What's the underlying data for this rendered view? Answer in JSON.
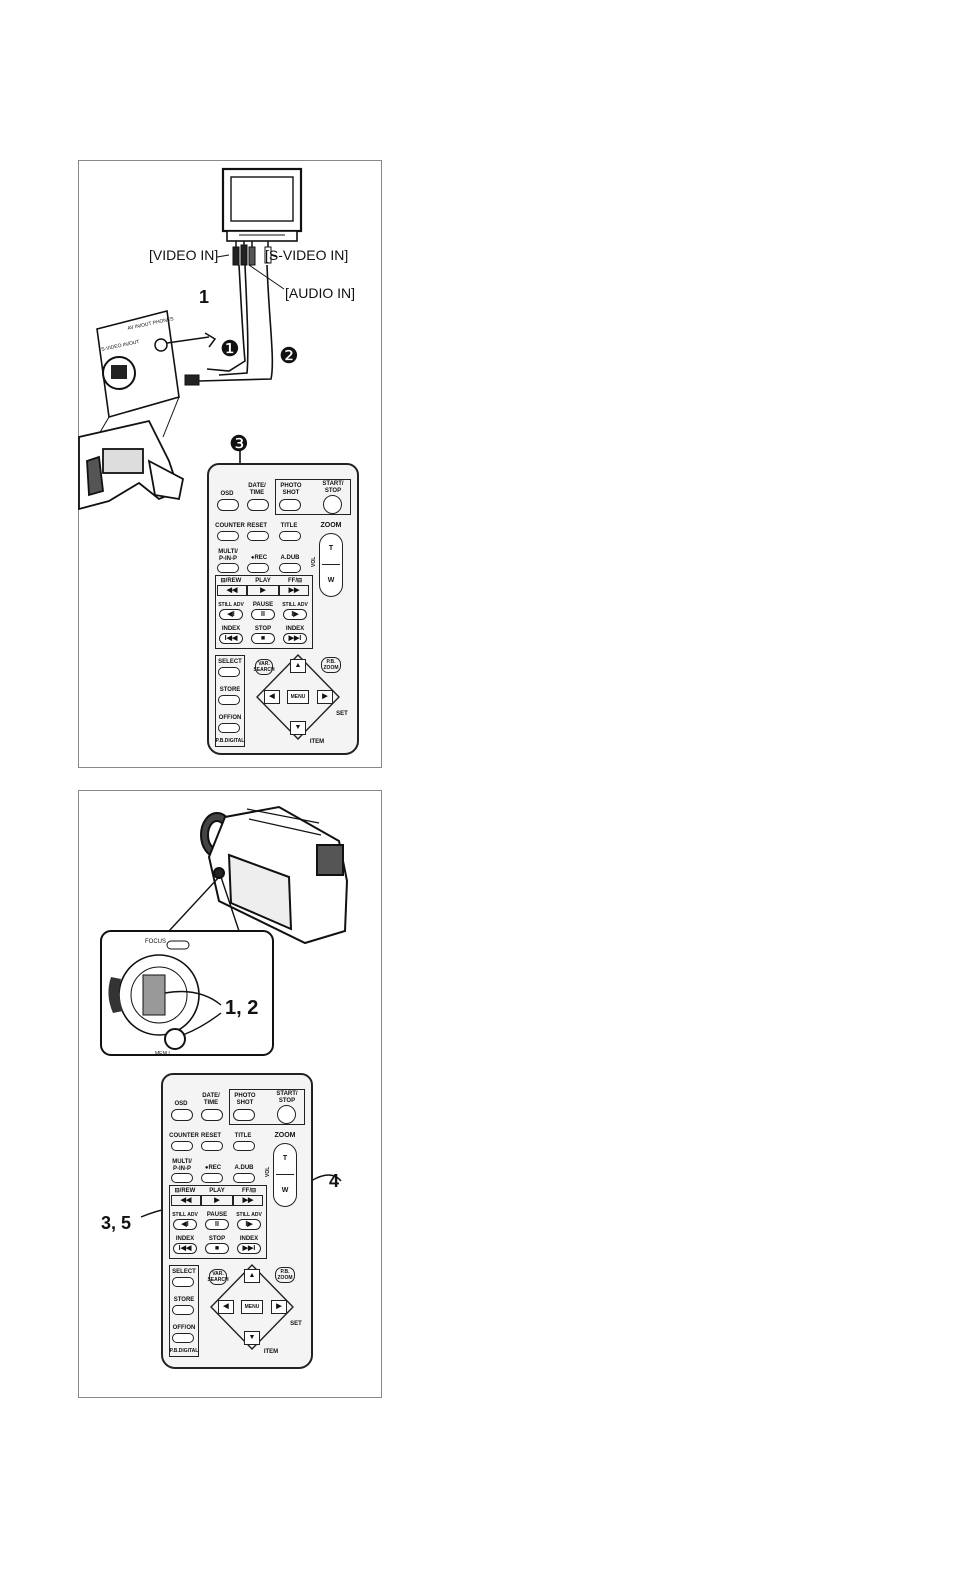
{
  "figure1": {
    "labels": {
      "video_in": "[VIDEO IN]",
      "s_video_in": "[S-VIDEO IN]",
      "audio_in": "[AUDIO IN]",
      "step1": "1",
      "callout1": "❶",
      "callout2": "❷",
      "callout3": "❸",
      "jack_av": "AV IN/OUT PHONES",
      "jack_s": "S-VIDEO IN/OUT"
    }
  },
  "figure2": {
    "labels": {
      "focus": "FOCUS",
      "menu": "MENU",
      "step12": "1, 2",
      "step35": "3, 5",
      "step4": "4"
    }
  },
  "remote": {
    "osd": "OSD",
    "date_time_1": "DATE/",
    "date_time_2": "TIME",
    "photo_shot_1": "PHOTO",
    "photo_shot_2": "SHOT",
    "start_stop_1": "START/",
    "start_stop_2": "STOP",
    "counter": "COUNTER",
    "reset": "RESET",
    "title": "TITLE",
    "zoom": "ZOOM",
    "zoom_t": "T",
    "zoom_w": "W",
    "vol": "VOL",
    "multi_1": "MULTI/",
    "multi_2": "P-IN-P",
    "rec": "●REC",
    "a_dub": "A.DUB",
    "rew": "⊟/REW",
    "play": "PLAY",
    "ff": "FF/⊟",
    "rew_g": "◀◀",
    "play_g": "▶",
    "ff_g": "▶▶",
    "still_adv_l": "STILL ADV",
    "pause": "PAUSE",
    "still_adv_r": "STILL ADV",
    "still_l_g": "◀I",
    "pause_g": "II",
    "still_r_g": "I▶",
    "index_l": "INDEX",
    "stop": "STOP",
    "index_r": "INDEX",
    "index_l_g": "I◀◀",
    "stop_g": "■",
    "index_r_g": "▶▶I",
    "select": "SELECT",
    "store": "STORE",
    "off_on": "OFF/ON",
    "ps_digital": "P.B.DIGITAL",
    "var_search_1": "VAR.",
    "var_search_2": "SEARCH",
    "pb_zoom_1": "P.B.",
    "pb_zoom_2": "ZOOM",
    "up": "▲",
    "down": "▼",
    "left": "◀",
    "right": "▶",
    "menu": "MENU",
    "set": "SET",
    "item": "ITEM"
  }
}
